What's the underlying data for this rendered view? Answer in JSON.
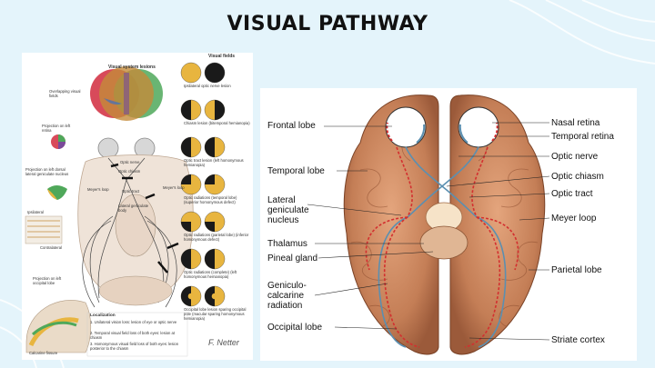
{
  "slide": {
    "title": "VISUAL PATHWAY",
    "colors": {
      "background": "#e4f4fb",
      "title": "#111111",
      "field_yellow": "#e8b53f",
      "field_dark": "#1a1a1a",
      "brain": "#c9865c"
    }
  },
  "left_figure": {
    "header_lesions": "Visual system lesions",
    "header_fields": "Visual fields",
    "labels": {
      "overlapping": "Overlapping visual fields",
      "projection_retina": "Projection on left retina",
      "projection_lgn": "Projection on left dorsal lateral geniculate nucleus",
      "optic_nerve": "Optic nerve",
      "optic_chiasm": "Optic chiasm",
      "optic_tract": "Optic tract",
      "lgn": "Lateral geniculate body",
      "meyers_left": "Meyer's loop",
      "meyers_right": "Meyer's loop",
      "ipsilateral": "Ipsilateral",
      "contralateral": "Contralateral",
      "projection_occipital": "Projection on left occipital lobe",
      "calcarine": "Calcarine fissure"
    },
    "field_captions": [
      "Ipsilateral optic nerve lesion",
      "Chiasm lesion (bitemporal hemianopia)",
      "Optic tract lesion (left homonymous hemianopia)",
      "Optic radiations (temporal lobe) (superior homonymous defect)",
      "Optic radiations (parietal lobe) (inferior homonymous defect)",
      "Optic radiations (complete) (left homonymous hemianopia)",
      "Occipital lobe lesion sparing occipital pole (macular sparing homonymous hemianopia)"
    ],
    "localization": {
      "heading": "Localization",
      "items": [
        "1. Unilateral vision loss: lesion of eye or optic nerve",
        "2. Temporal visual field loss of both eyes: lesion at chiasm",
        "3. Homonymous visual field loss of both eyes: lesion posterior to the chiasm"
      ]
    },
    "signature": "F. Netter"
  },
  "right_figure": {
    "labels_left": [
      "Frontal lobe",
      "Temporal lobe",
      "Lateral geniculate nucleus",
      "Thalamus",
      "Pineal gland",
      "Geniculo-calcarine radiation",
      "Occipital lobe"
    ],
    "labels_right": [
      "Nasal retina",
      "Temporal retina",
      "Optic nerve",
      "Optic chiasm",
      "Optic tract",
      "Meyer loop",
      "Parietal lobe",
      "Striate cortex"
    ]
  }
}
